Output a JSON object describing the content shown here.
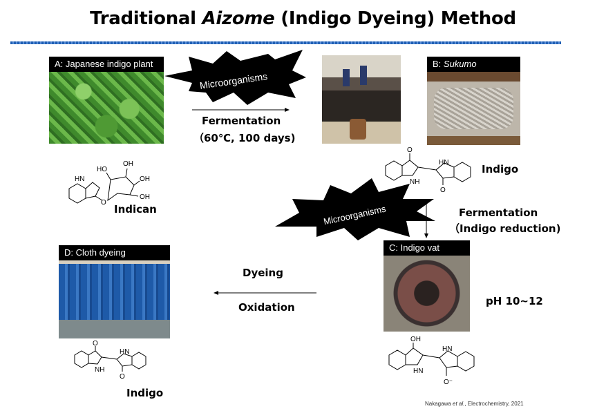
{
  "title": {
    "pre": "Traditional ",
    "italic": "Aizome",
    "post": " (Indigo Dyeing) Method"
  },
  "photos": {
    "a": "A: Japanese indigo plant",
    "b_prefix": "B: ",
    "b_italic": "Sukumo",
    "c": "C: Indigo vat",
    "d": "D: Cloth dyeing"
  },
  "steps": {
    "microorganisms_1": "Microorganisms",
    "fermentation_1": "Fermentation",
    "conditions_1": "（60℃, 100 days)",
    "microorganisms_2": "Microorganisms",
    "fermentation_2": "Fermentation",
    "conditions_2": "（Indigo reduction)",
    "dyeing": "Dyeing",
    "oxidation": "Oxidation",
    "ph": "pH 10~12"
  },
  "compounds": {
    "indican": "Indican",
    "indigo_top": "Indigo",
    "indigo_bottom": "Indigo"
  },
  "atoms": {
    "hn": "HN",
    "nh": "NH",
    "ho": "HO",
    "oh": "OH",
    "o": "O",
    "o_minus": "O⁻"
  },
  "citation": {
    "authors": "Nakagawa ",
    "etal": "et al.",
    "rest": ", Electrochemistry, 2021"
  },
  "colors": {
    "rule": "#1f5fb4",
    "starburst": "#000000"
  }
}
